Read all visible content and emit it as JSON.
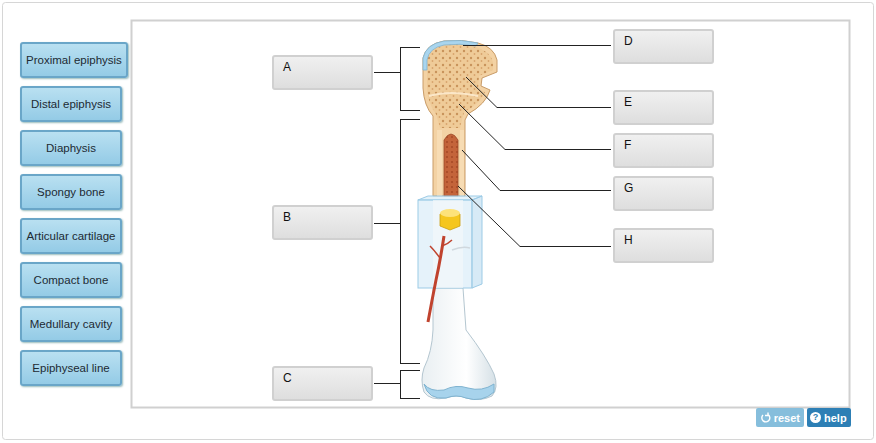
{
  "diagram": {
    "nodes": [
      {
        "text": [
          "Proximal epiphysis"
        ]
      },
      {
        "text": [
          "Distal epiphysis"
        ]
      },
      {
        "text": [
          "Diaphysis"
        ]
      },
      {
        "text": [
          "Spongy bone"
        ]
      },
      {
        "text": [
          "Articular cartilage"
        ]
      },
      {
        "text": [
          "Compact bone"
        ]
      },
      {
        "text": [
          "Medullary cavity"
        ]
      },
      {
        "text": [
          "Epiphyseal line"
        ]
      },
      {
        "text": [
          "A"
        ]
      },
      {
        "text": [
          "B"
        ]
      },
      {
        "text": [
          "C"
        ]
      },
      {
        "text": [
          "D"
        ]
      },
      {
        "text": [
          "E"
        ]
      },
      {
        "text": [
          "F"
        ]
      },
      {
        "text": [
          "G"
        ]
      },
      {
        "text": [
          "H"
        ]
      },
      {
        "text": [
          "reset"
        ]
      },
      {
        "text": [
          "?",
          "help"
        ]
      }
    ]
  }
}
